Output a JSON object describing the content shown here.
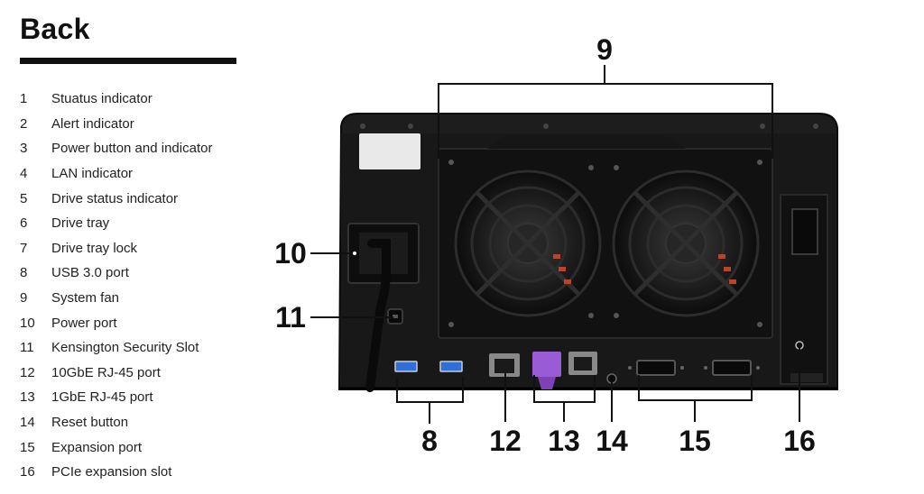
{
  "page": {
    "title": "Back"
  },
  "legend": [
    {
      "num": "1",
      "label": "Stuatus indicator"
    },
    {
      "num": "2",
      "label": "Alert indicator"
    },
    {
      "num": "3",
      "label": "Power button and indicator"
    },
    {
      "num": "4",
      "label": "LAN indicator"
    },
    {
      "num": "5",
      "label": "Drive status indicator"
    },
    {
      "num": "6",
      "label": "Drive tray"
    },
    {
      "num": "7",
      "label": "Drive tray lock"
    },
    {
      "num": "8",
      "label": "USB 3.0 port"
    },
    {
      "num": "9",
      "label": "System fan"
    },
    {
      "num": "10",
      "label": "Power port"
    },
    {
      "num": "11",
      "label": "Kensington Security Slot"
    },
    {
      "num": "12",
      "label": "10GbE RJ-45 port"
    },
    {
      "num": "13",
      "label": "1GbE RJ-45 port"
    },
    {
      "num": "14",
      "label": "Reset button"
    },
    {
      "num": "15",
      "label": "Expansion port"
    },
    {
      "num": "16",
      "label": "PCIe expansion slot"
    }
  ],
  "callouts": {
    "fan": "9",
    "power": "10",
    "kensington": "11",
    "usb": "8",
    "lan10g": "12",
    "lan1g": "13",
    "reset": "14",
    "expansion": "15",
    "pcie": "16"
  },
  "colors": {
    "chassis": "#1c1c1c",
    "panel": "#141414",
    "usb_blue": "#2f6fd6",
    "cable_purple": "#9a5bd6",
    "accent_text": "#111111"
  }
}
